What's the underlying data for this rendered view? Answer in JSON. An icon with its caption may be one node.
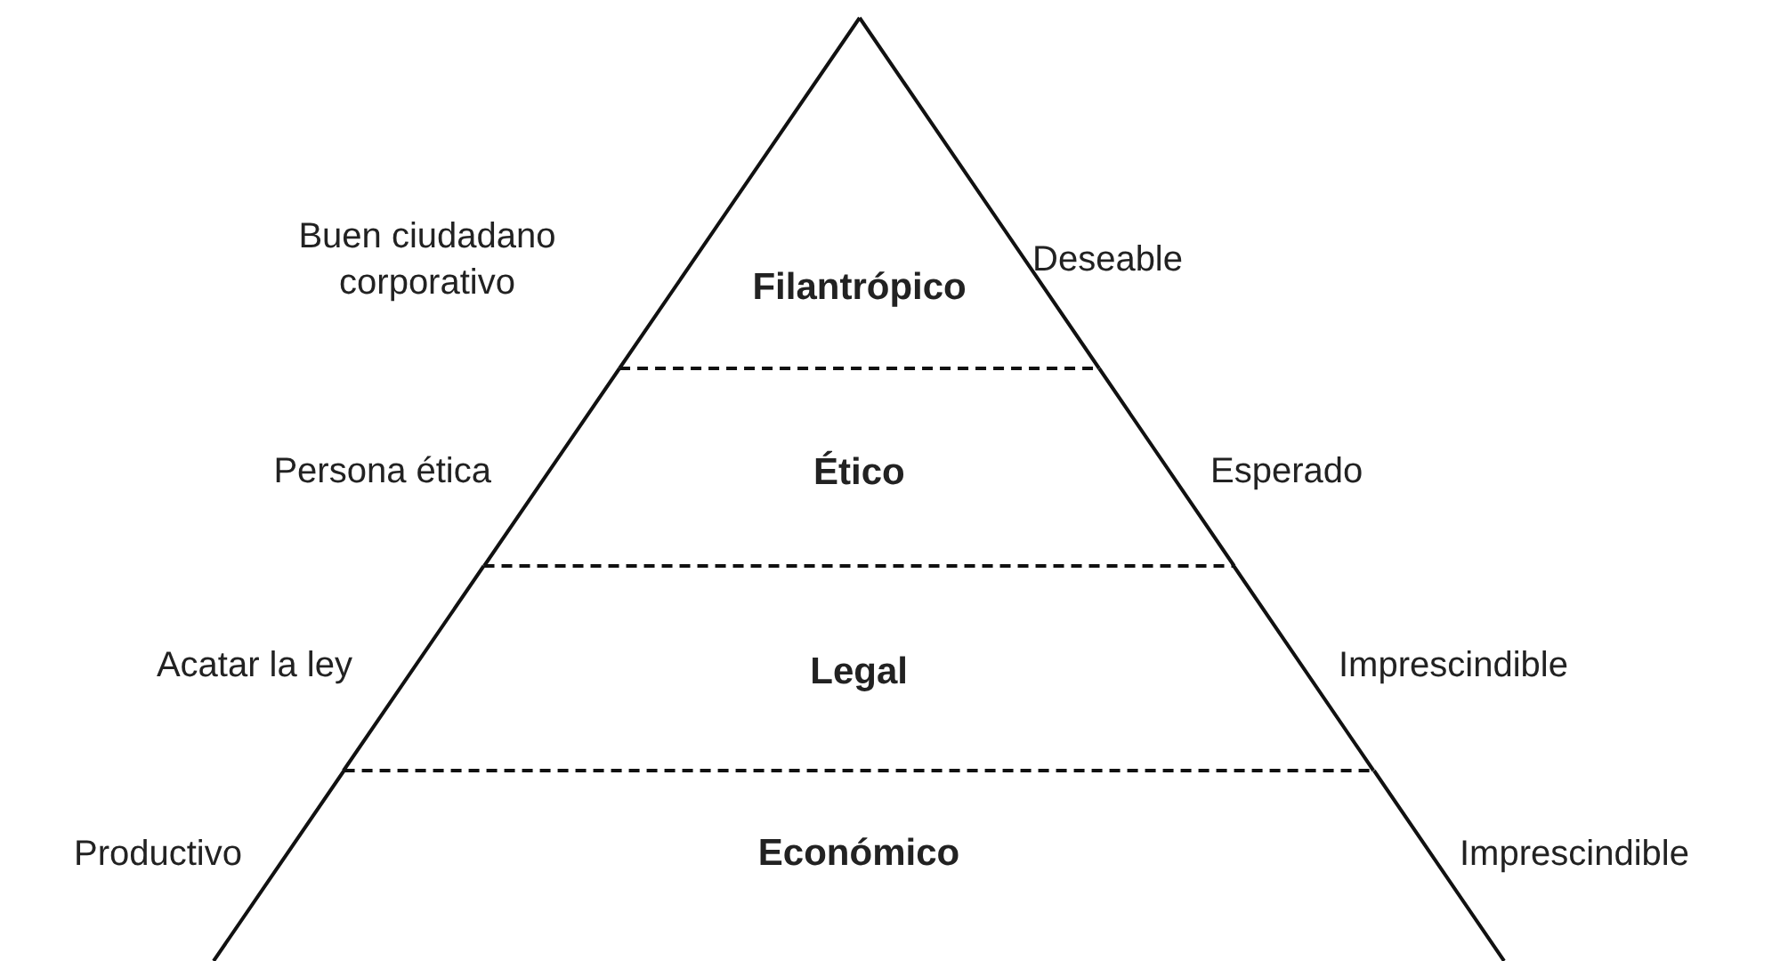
{
  "diagram": {
    "nodes": [
      {
        "text": [
          "Filantrópico"
        ],
        "beside": [
          "Buen ciudadano corporativo",
          "Deseable"
        ]
      },
      {
        "text": [
          "Ético"
        ],
        "beside": [
          "Persona ética",
          "Esperado"
        ]
      },
      {
        "text": [
          "Legal"
        ],
        "beside": [
          "Acatar la ley",
          "Imprescindible"
        ]
      },
      {
        "text": [
          "Económico"
        ],
        "beside": [
          "Productivo",
          "Imprescindible"
        ]
      }
    ]
  }
}
